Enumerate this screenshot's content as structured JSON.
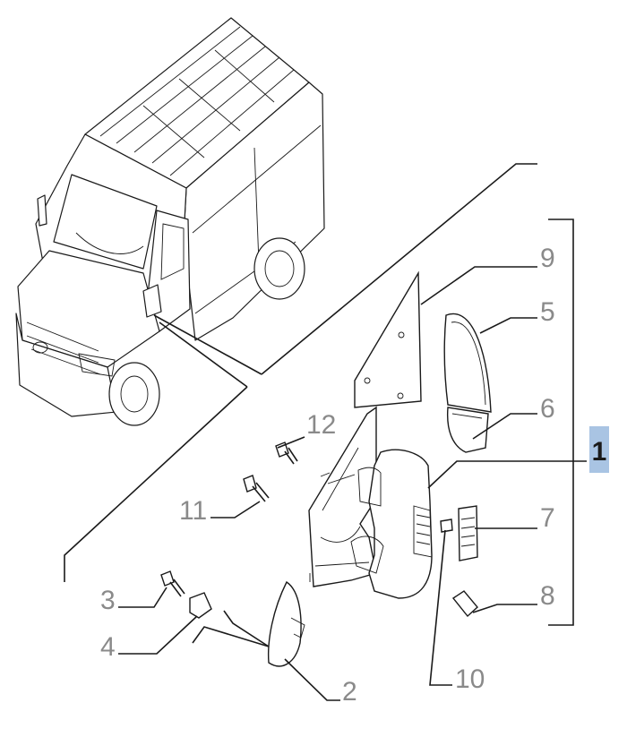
{
  "callouts": {
    "c1": "1",
    "c2": "2",
    "c3": "3",
    "c4": "4",
    "c5": "5",
    "c6": "6",
    "c7": "7",
    "c8": "8",
    "c9": "9",
    "c10": "10",
    "c11": "11",
    "c12": "12"
  },
  "highlight": {
    "callout": "1",
    "color": "#a9c4e3"
  },
  "colors": {
    "line": "#1a1a1a",
    "callout_text": "#8a8a8a"
  }
}
